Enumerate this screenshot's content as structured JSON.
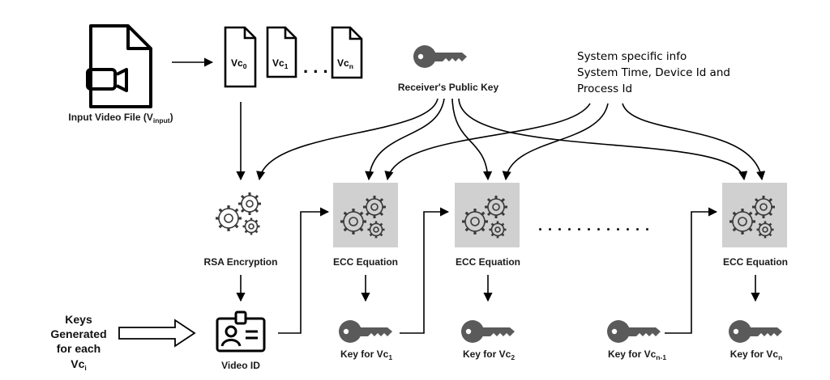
{
  "input_video": {
    "label": "Input Video File (V",
    "label_sub": "input",
    "label_end": ")"
  },
  "segments": [
    {
      "label": "Vc",
      "sub": "0"
    },
    {
      "label": "Vc",
      "sub": "1"
    },
    {
      "label": "Vc",
      "sub": "n"
    }
  ],
  "segment_ellipsis": ". . .",
  "receiver_key": {
    "label": "Receiver's Public Key"
  },
  "system_info": {
    "lines": [
      "System specific info",
      "System Time, Device Id and",
      "Process Id"
    ]
  },
  "rsa": {
    "label": "RSA Encryption"
  },
  "ecc_label": "ECC Equation",
  "ecc_ellipsis": ". . . . . . . . . . . .",
  "keys_generated": {
    "lines": [
      "Keys",
      "Generated",
      "for each"
    ],
    "last": "Vc",
    "last_sub": "i"
  },
  "video_id": {
    "label": "Video ID"
  },
  "output_keys": [
    {
      "label": "Key for Vc",
      "sub": "1"
    },
    {
      "label": "Key for Vc",
      "sub": "2"
    },
    {
      "label": "Key for Vc",
      "sub": "n-1"
    },
    {
      "label": "Key for Vc",
      "sub": "n"
    }
  ],
  "colors": {
    "stroke": "#000000",
    "box_fill": "#d0d0d0",
    "key_fill": "#5a5a5a",
    "gear_stroke": "#3a3a3a"
  }
}
